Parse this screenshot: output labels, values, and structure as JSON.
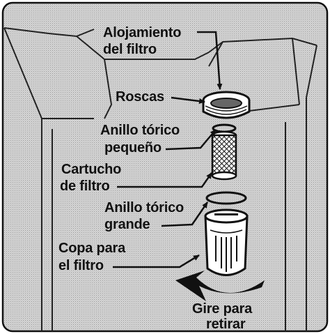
{
  "labels": {
    "housing_line1": "Alojamiento",
    "housing_line2": "del filtro",
    "threads": "Roscas",
    "small_oring_line1": "Anillo tórico",
    "small_oring_line2": "pequeño",
    "cartridge_line1": "Cartucho",
    "cartridge_line2": "de filtro",
    "large_oring_line1": "Anillo tórico",
    "large_oring_line2": "grande",
    "cup_line1": "Copa para",
    "cup_line2": "el filtro",
    "rotate_line1": "Gire para",
    "rotate_line2": "retirar"
  },
  "colors": {
    "background_panel": "#cfcfcf",
    "ink": "#111111",
    "part_fill": "#ffffff"
  }
}
